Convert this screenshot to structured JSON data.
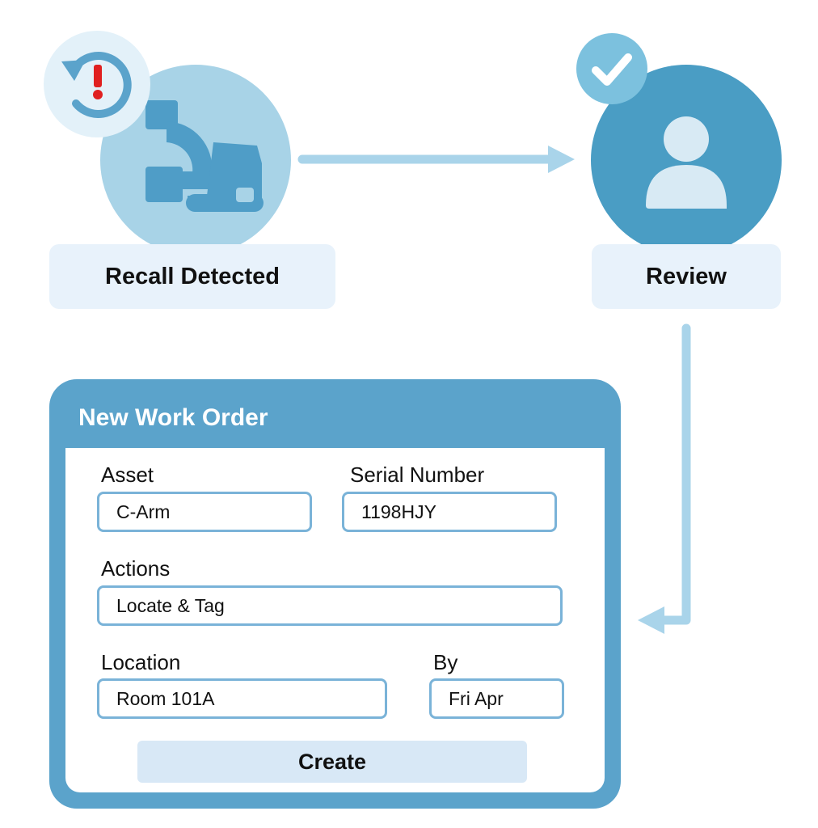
{
  "colors": {
    "primary": "#5ba3cb",
    "step1_circle": "#a8d3e7",
    "step1_icon": "#4f9dc7",
    "step2_circle": "#4a9dc4",
    "step2_icon": "#d8eaf4",
    "check_badge": "#7cc1de",
    "recall_badge": "#e3f1f9",
    "alert_red": "#e02020",
    "connector": "#a9d4ea",
    "label_bg": "#e8f2fb",
    "button_bg": "#d8e8f6",
    "input_border": "#7ab3d8"
  },
  "steps": [
    {
      "label": "Recall Detected",
      "icon": "c-arm-device-icon",
      "badge_icon": "recall-alert-icon"
    },
    {
      "label": "Review",
      "icon": "user-icon",
      "badge_icon": "check-icon"
    }
  ],
  "work_order": {
    "title": "New Work Order",
    "fields": {
      "asset": {
        "label": "Asset",
        "value": "C-Arm"
      },
      "serial": {
        "label": "Serial Number",
        "value": "1198HJY"
      },
      "actions": {
        "label": "Actions",
        "value": "Locate & Tag"
      },
      "location": {
        "label": "Location",
        "value": "Room 101A"
      },
      "by": {
        "label": "By",
        "value": "Fri Apr"
      }
    },
    "create_label": "Create"
  }
}
